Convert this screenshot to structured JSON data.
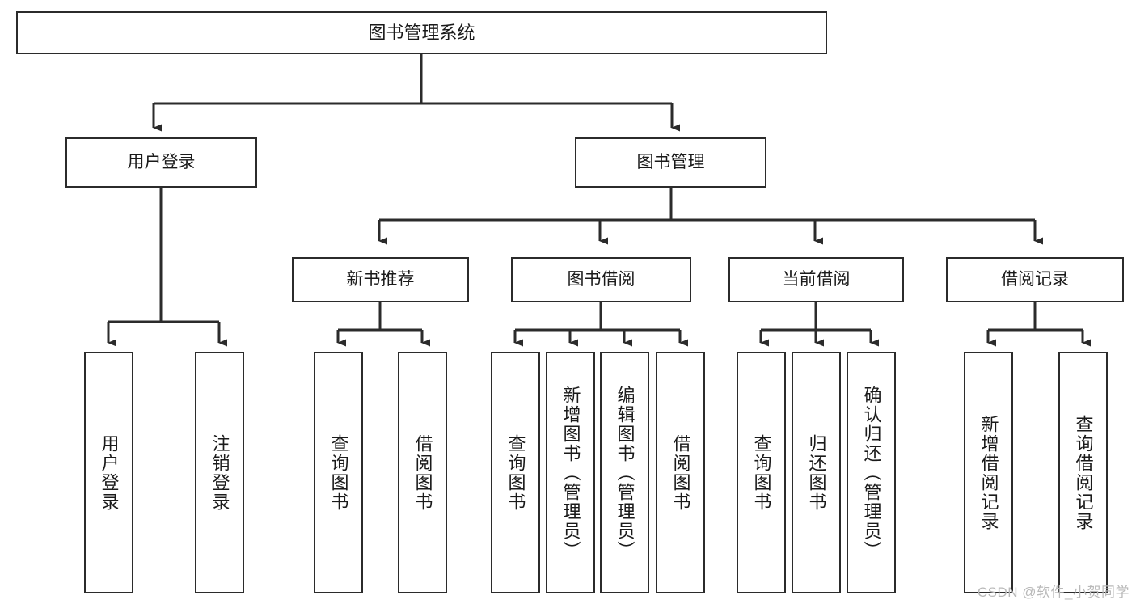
{
  "diagram": {
    "title": "图书管理系统",
    "type": "tree-hierarchy-chart",
    "root": {
      "id": "root",
      "label": "图书管理系统"
    },
    "level2": [
      {
        "id": "user-login",
        "label": "用户登录"
      },
      {
        "id": "book-management",
        "label": "图书管理"
      }
    ],
    "level3": [
      {
        "id": "new-book-recommend",
        "label": "新书推荐",
        "parent": "book-management"
      },
      {
        "id": "book-borrow",
        "label": "图书借阅",
        "parent": "book-management"
      },
      {
        "id": "current-borrow",
        "label": "当前借阅",
        "parent": "book-management"
      },
      {
        "id": "borrow-record",
        "label": "借阅记录",
        "parent": "book-management"
      }
    ],
    "leaves": [
      {
        "id": "leaf-user-login",
        "label": "用户登录",
        "parent": "user-login"
      },
      {
        "id": "leaf-user-logout",
        "label": "注销登录",
        "parent": "user-login"
      },
      {
        "id": "leaf-query-book-1",
        "label": "查询图书",
        "parent": "new-book-recommend"
      },
      {
        "id": "leaf-borrow-book-1",
        "label": "借阅图书",
        "parent": "new-book-recommend"
      },
      {
        "id": "leaf-query-book-2",
        "label": "查询图书",
        "parent": "book-borrow"
      },
      {
        "id": "leaf-add-book",
        "label": "新增图书（管理员）",
        "parent": "book-borrow"
      },
      {
        "id": "leaf-edit-book",
        "label": "编辑图书（管理员）",
        "parent": "book-borrow"
      },
      {
        "id": "leaf-borrow-book-2",
        "label": "借阅图书",
        "parent": "book-borrow"
      },
      {
        "id": "leaf-query-book-3",
        "label": "查询图书",
        "parent": "current-borrow"
      },
      {
        "id": "leaf-return-book",
        "label": "归还图书",
        "parent": "current-borrow"
      },
      {
        "id": "leaf-confirm-return",
        "label": "确认归还（管理员）",
        "parent": "current-borrow"
      },
      {
        "id": "leaf-add-record",
        "label": "新增借阅记录",
        "parent": "borrow-record"
      },
      {
        "id": "leaf-query-record",
        "label": "查询借阅记录",
        "parent": "borrow-record"
      }
    ],
    "watermark": "CSDN @软件_小贺同学",
    "colors": {
      "stroke": "#2b2b2b",
      "fill": "#ffffff",
      "text": "#1a1a1a",
      "watermark": "#b9b9b9"
    }
  }
}
